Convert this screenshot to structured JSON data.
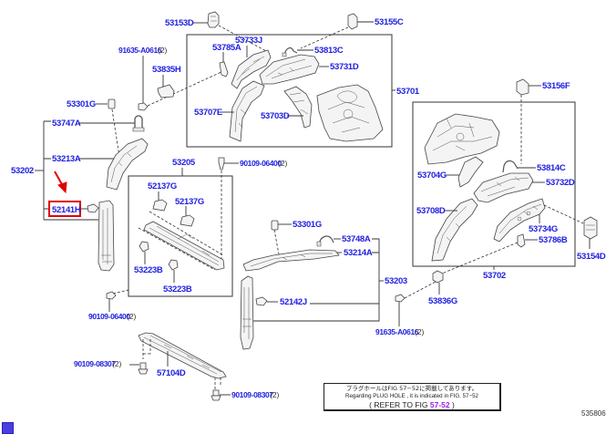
{
  "diagram": {
    "labels": {
      "p53153D": "53153D",
      "p53155C": "53155C",
      "p91635_A0616_top": "91635-A0616",
      "p91635_A0616_top_qty": "(2)",
      "p53733J": "53733J",
      "p53785A": "53785A",
      "p53813C": "53813C",
      "p53835H": "53835H",
      "p53731D": "53731D",
      "p53701": "53701",
      "p53301G_top": "53301G",
      "p53707E": "53707E",
      "p53703D": "53703D",
      "p53156F": "53156F",
      "p53747A": "53747A",
      "p53213A": "53213A",
      "p53202": "53202",
      "p52141H": "52141H",
      "p53205": "53205",
      "p90109_06400_top": "90109-06400",
      "p90109_06400_top_qty": "(2)",
      "p52137G_1": "52137G",
      "p52137G_2": "52137G",
      "p53223B_1": "53223B",
      "p53223B_2": "53223B",
      "p53301G_mid": "53301G",
      "p53748A": "53748A",
      "p53214A": "53214A",
      "p53203": "53203",
      "p52142J": "52142J",
      "p91635_A0616_bot": "91635-A0616",
      "p91635_A0616_bot_qty": "(2)",
      "p90109_06400_bot": "90109-06400",
      "p90109_06400_bot_qty": "(2)",
      "p53704G": "53704G",
      "p53814C": "53814C",
      "p53732D": "53732D",
      "p53708D": "53708D",
      "p53734G": "53734G",
      "p53786B": "53786B",
      "p53154D": "53154D",
      "p53702": "53702",
      "p53836G": "53836G",
      "p90109_08307_left": "90109-08307",
      "p90109_08307_left_qty": "(2)",
      "p57104D": "57104D",
      "p90109_08307_right": "90109-08307",
      "p90109_08307_right_qty": "(2)"
    },
    "highlighted_part": "52141H",
    "highlight_color": "#e00000",
    "label_color": "#1f1fe0"
  },
  "note": {
    "line1_jp": "プラグホールはFIG 57−52に掲載してあります。",
    "line2_en": "Regarding  PLUG  HOLE , it is indicated in FIG. 57−52",
    "line3_prefix": "( REFER TO FIG ",
    "line3_link": "57-52",
    "line3_suffix": "  )"
  },
  "figure_id": "535806"
}
